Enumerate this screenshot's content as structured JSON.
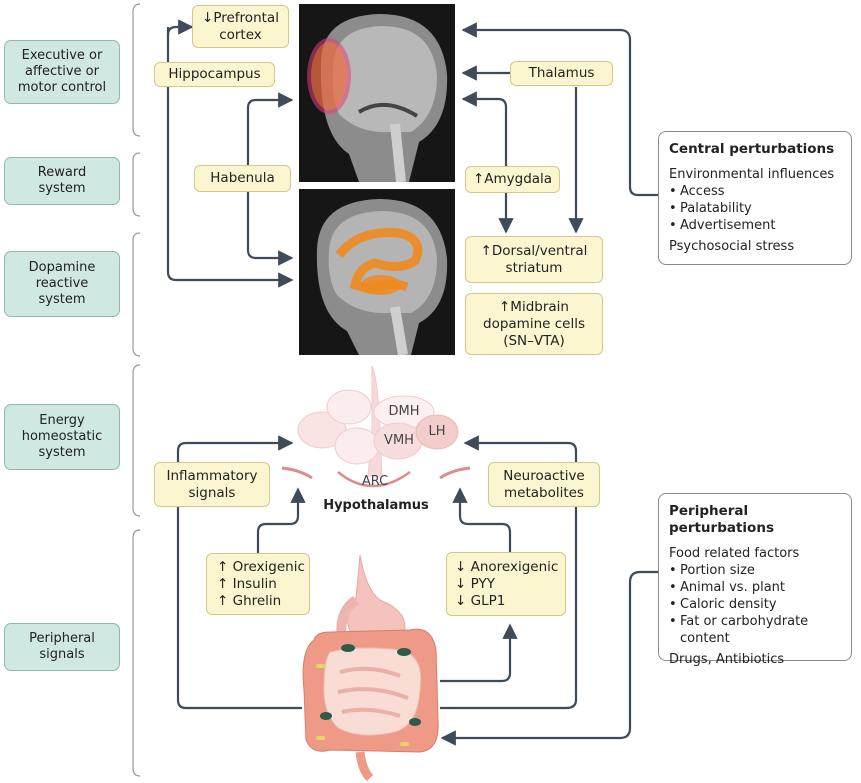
{
  "left_labels": {
    "executive": "Executive or\naffective or\nmotor control",
    "reward": "Reward\nsystem",
    "dopamine": "Dopamine\nreactive\nsystem",
    "energy": "Energy\nhomeostatic\nsystem",
    "peripheral": "Peripheral\nsignals"
  },
  "brain_regions": {
    "prefrontal": "↓Prefrontal\ncortex",
    "hippocampus": "Hippocampus",
    "thalamus": "Thalamus",
    "habenula": "Habenula",
    "amygdala": "↑Amygdala",
    "striatum": "↑Dorsal/ventral\nstriatum",
    "midbrain": "↑Midbrain\ndopamine cells\n(SN–VTA)"
  },
  "hypothalamus": {
    "title": "Hypothalamus",
    "dmh": "DMH",
    "vmh": "VMH",
    "lh": "LH",
    "arc": "ARC"
  },
  "signals": {
    "inflammatory": "Inflammatory\nsignals",
    "neuroactive": "Neuroactive\nmetabolites",
    "orexigenic": "↑ Orexigenic\n↑ Insulin\n↑ Ghrelin",
    "anorexigenic": "↓ Anorexigenic\n↓ PYY\n↓ GLP1"
  },
  "central": {
    "title": "Central perturbations",
    "env": "Environmental influences",
    "items": [
      "Access",
      "Palatability",
      "Advertisement"
    ],
    "stress": "Psychosocial stress"
  },
  "peripheral": {
    "title": "Peripheral perturbations",
    "food": "Food related factors",
    "items": [
      "Portion size",
      "Animal vs. plant",
      "Caloric density",
      "Fat or carbohydrate content"
    ],
    "drugs": "Drugs, Antibiotics"
  },
  "colors": {
    "teal_box": "#cfe8e1",
    "yellow_box": "#fbf6cf",
    "arrow": "#3e4b58",
    "brain_highlight": "#f08a1e",
    "prefrontal_highlight": "#e0407a"
  }
}
